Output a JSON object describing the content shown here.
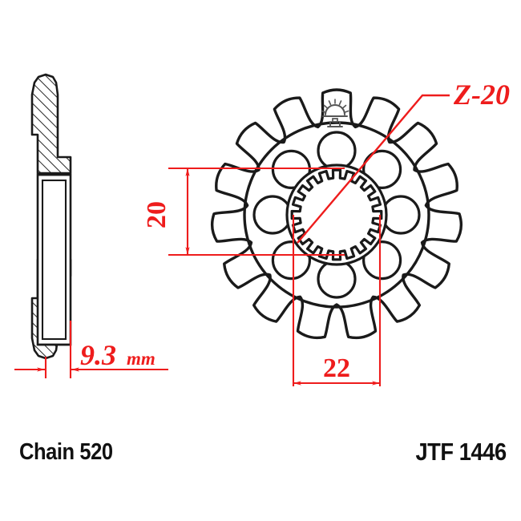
{
  "drawing": {
    "title_block": {
      "chain_label": "Chain 520",
      "part_number_label": "JTF 1446"
    },
    "colors": {
      "outline": "#1a1a1a",
      "dimension": "#ee1c1c",
      "background": "#ffffff",
      "logo": "#555555"
    },
    "annotations": {
      "spline_callout": "Z-20",
      "thickness_dimension": "9.3",
      "thickness_units": "mm",
      "bore_vertical_dimension": "20",
      "bore_horizontal_dimension": "22"
    },
    "views": {
      "section_view": {
        "name": "side-section-view",
        "hatching": "diagonal"
      },
      "front_view": {
        "name": "front-face-view",
        "teeth_count": 15,
        "bolt_holes_count": 8,
        "spline_teeth_count": 20,
        "logo_icon": "sunburst-icon"
      }
    }
  }
}
